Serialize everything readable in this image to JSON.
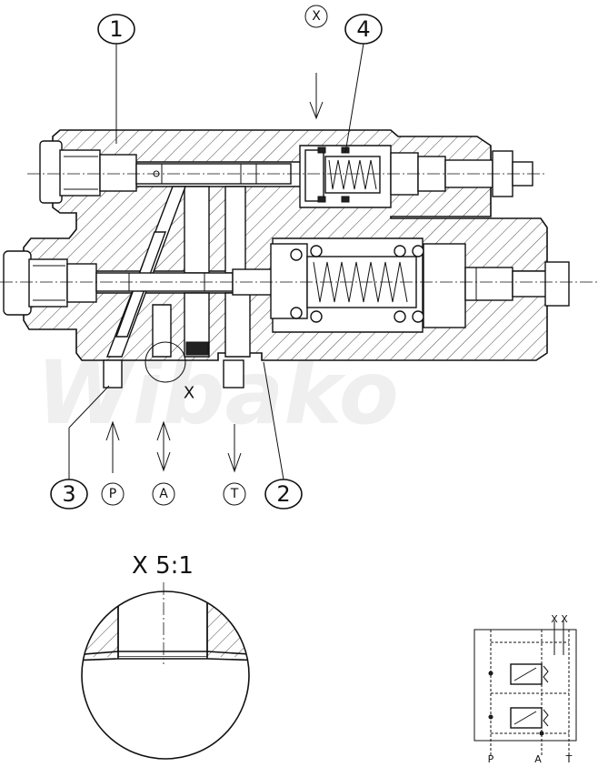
{
  "callouts": {
    "c1": "1",
    "c2": "2",
    "c3": "3",
    "c4": "4"
  },
  "ports": {
    "x_top": "X",
    "p": "P",
    "a": "A",
    "t": "T"
  },
  "section_marker": "X",
  "detail_title": "X 5:1",
  "watermark": "Wibako",
  "schematic": {
    "x1": "X",
    "x2": "X",
    "p": "P",
    "a": "A",
    "t": "T"
  }
}
